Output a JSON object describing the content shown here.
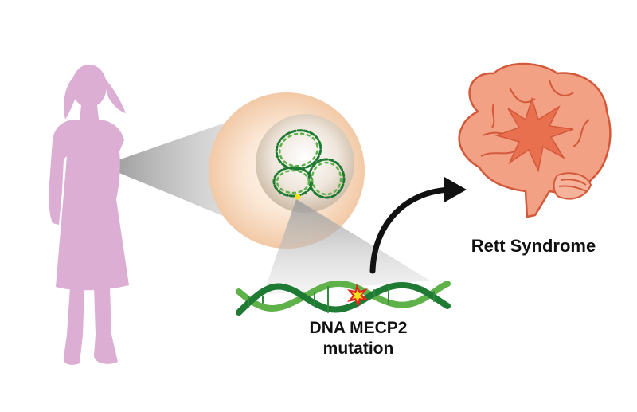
{
  "labels": {
    "syndrome": "Rett Syndrome",
    "dna_line1": "DNA MECP2",
    "dna_line2": "mutation"
  },
  "colors": {
    "girl": "#dcaed3",
    "cell_outer": "#f6d8bf",
    "nucleus": "#d8cab8",
    "dna_green_dark": "#1f7a33",
    "dna_green_light": "#5fb24a",
    "brain": "#f2a184",
    "brain_outline": "#d4593b",
    "brain_star": "#e8704f",
    "mutation_red": "#e2261c",
    "mutation_yellow": "#f5e21c",
    "arrow": "#111111"
  },
  "icons": {
    "girl": "girl-silhouette-icon",
    "cell": "cell-icon",
    "chromosome": "chromosome-icon",
    "dna": "dna-helix-icon",
    "mutation": "mutation-burst-icon",
    "brain": "brain-icon",
    "arrow": "curved-arrow-icon"
  }
}
